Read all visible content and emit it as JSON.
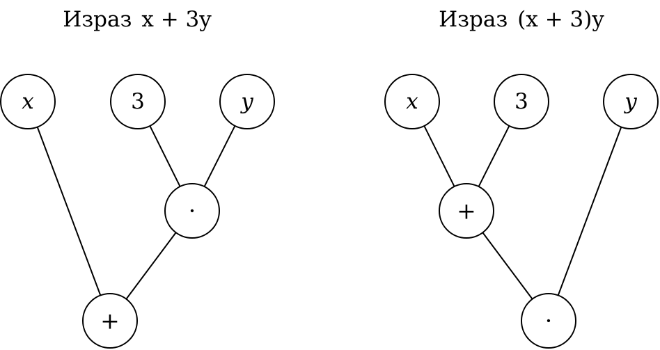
{
  "trees": [
    {
      "title_word": "Израз",
      "title_expr": "x + 3y",
      "nodes": [
        {
          "label": "x",
          "style": "italic"
        },
        {
          "label": "3",
          "style": "upright"
        },
        {
          "label": "y",
          "style": "italic"
        },
        {
          "label": "·",
          "style": "op"
        },
        {
          "label": "+",
          "style": "op"
        }
      ],
      "edges": [
        [
          0,
          4
        ],
        [
          1,
          3
        ],
        [
          2,
          3
        ],
        [
          3,
          4
        ]
      ]
    },
    {
      "title_word": "Израз",
      "title_expr": "(x + 3)y",
      "nodes": [
        {
          "label": "x",
          "style": "italic"
        },
        {
          "label": "3",
          "style": "upright"
        },
        {
          "label": "y",
          "style": "italic"
        },
        {
          "label": "+",
          "style": "op"
        },
        {
          "label": "·",
          "style": "op"
        }
      ],
      "edges": [
        [
          0,
          3
        ],
        [
          1,
          3
        ],
        [
          3,
          4
        ],
        [
          2,
          4
        ]
      ]
    }
  ],
  "colors": {
    "stroke": "#000000",
    "background": "#ffffff"
  }
}
